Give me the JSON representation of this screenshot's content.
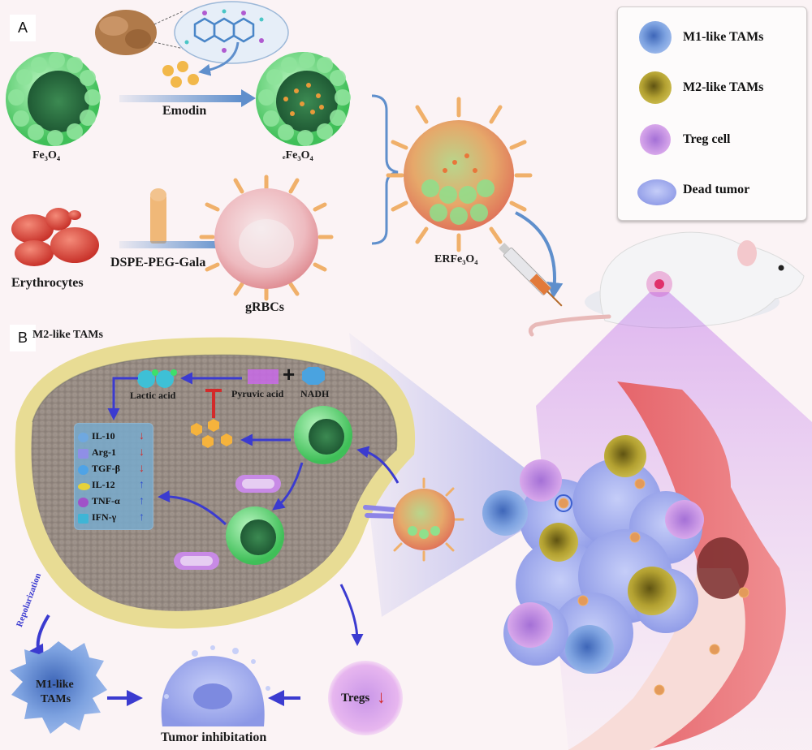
{
  "panels": {
    "a": "A",
    "b": "B"
  },
  "panel_a": {
    "fe3o4_label": "Fe₃O₄",
    "emodin_label": "Emodin",
    "efe3o4_label": "ₑFe₃O₄",
    "erythrocytes_label": "Erythrocytes",
    "dspe_label": "DSPE-PEG-Gala",
    "grbcs_label": "gRBCs",
    "erfe3o4_label": "ERFe₃O₄"
  },
  "legend": {
    "items": [
      {
        "label": "M1-like TAMs",
        "color": "#6f9ad8"
      },
      {
        "label": "M2-like TAMs",
        "color": "#b5a634"
      },
      {
        "label": "Treg cell",
        "color": "#c68ee0"
      },
      {
        "label": "Dead tumor",
        "color": "#8d9be8"
      }
    ]
  },
  "panel_b": {
    "cell_title": "M2-like TAMs",
    "lactic_acid": "Lactic acid",
    "pyruvic_acid": "Pyruvic acid",
    "plus": "+",
    "nadh": "NADH",
    "cytokines": [
      {
        "name": "IL-10",
        "trend": "down",
        "arrow": "↓",
        "color": "#6fa8e0"
      },
      {
        "name": "Arg-1",
        "trend": "down",
        "arrow": "↓",
        "color": "#8f8fe6"
      },
      {
        "name": "TGF-β",
        "trend": "down",
        "arrow": "↓",
        "color": "#4fa3e6"
      },
      {
        "name": "IL-12",
        "trend": "up",
        "arrow": "↑",
        "color": "#e6d23a"
      },
      {
        "name": "TNF-α",
        "trend": "up",
        "arrow": "↑",
        "color": "#a052c8"
      },
      {
        "name": "IFN-γ",
        "trend": "up",
        "arrow": "↑",
        "color": "#3fb5d6"
      }
    ],
    "repolarization": "Repolarization",
    "m1_cell_label_1": "M1-like",
    "m1_cell_label_2": "TAMs",
    "tumor_inhibition": "Tumor inhibitation",
    "tregs": "Tregs",
    "tregs_arrow": "↓"
  },
  "colors": {
    "background": "#fbf3f5",
    "blue_arrow": "#5f8fcc",
    "purple_arrow": "#3b3bd0",
    "inhibit_red": "#d42a2a",
    "down_arrow": "#d42a2a",
    "up_arrow": "#2f4fd0",
    "membrane": "#e5d98a",
    "nanoparticle_green": "#7fe08f",
    "vessel_red": "#e6767a"
  }
}
